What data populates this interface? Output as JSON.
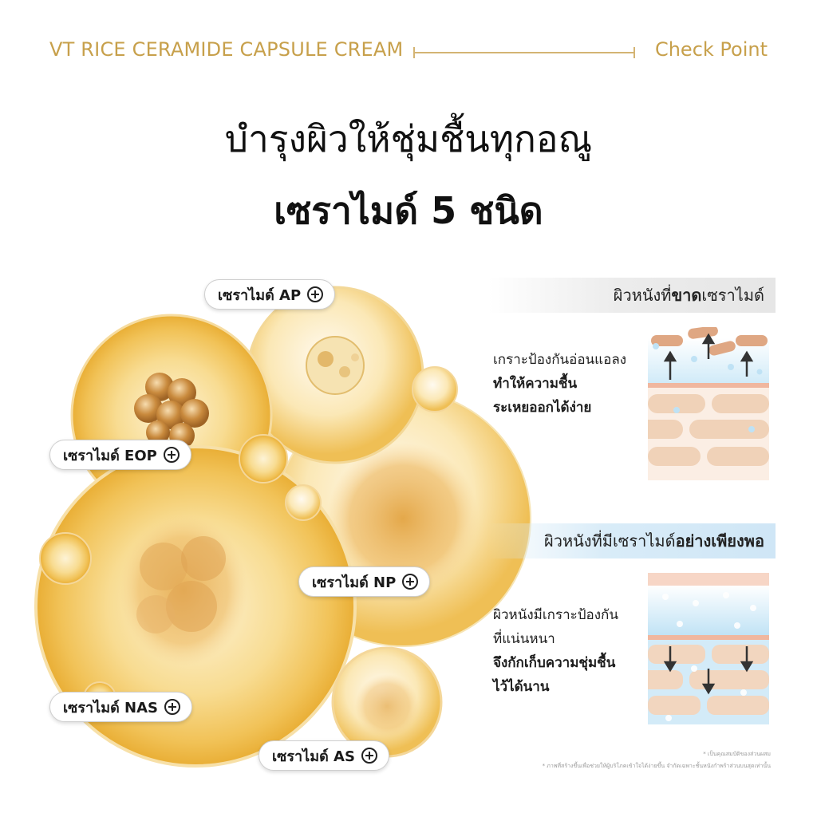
{
  "header": {
    "brand": "VT RICE CERAMIDE CAPSULE CREAM",
    "check_point": "Check Point"
  },
  "title": {
    "line1": "บำรุงผิวให้ชุ่มชื้นทุกอณู",
    "line2": "เซราไมด์ 5 ชนิด"
  },
  "ceramides": {
    "ap": "เซราไมด์ AP",
    "eop": "เซราไมด์ EOP",
    "np": "เซราไมด์ NP",
    "nas": "เซราไมด์ NAS",
    "as": "เซราไมด์ AS"
  },
  "lacking": {
    "heading_pre": "ผิวหนังที่",
    "heading_bold": "ขาด",
    "heading_post": "เซราไมด์",
    "line1": "เกราะป้องกันอ่อนแอลง",
    "line2": "ทำให้ความชื้น",
    "line3": "ระเหยออกได้ง่าย"
  },
  "sufficient": {
    "heading_pre": "ผิวหนังที่มีเซราไมด์",
    "heading_bold": "อย่างเพียงพอ",
    "line1": "ผิวหนังมีเกราะป้องกัน",
    "line2": "ที่แน่นหนา",
    "line3": "จึงกักเก็บความชุ่มชื้น",
    "line4": "ไว้ได้นาน"
  },
  "notes": {
    "note1": "* เป็นคุณสมบัติของส่วนผสม",
    "note2": "* ภาพที่สร้างขึ้นเพื่อช่วยให้ผู้บริโภคเข้าใจได้ง่ายขึ้น จำกัดเฉพาะชั้นหนังกำพร้าส่วนบนสุดเท่านั้น"
  },
  "colors": {
    "gold": "#c7a04b",
    "bubble": "#f2c766",
    "skin_cell": "#f0d2b8",
    "moisture": "#bfe2f5"
  }
}
